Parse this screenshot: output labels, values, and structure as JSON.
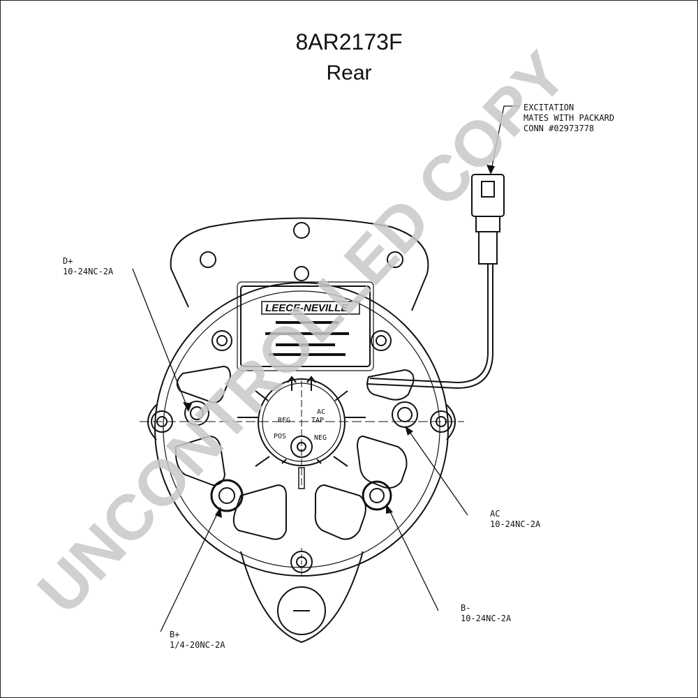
{
  "title": "8AR2173F",
  "subtitle": "Rear",
  "watermark": "UNCONTROLLED COPY",
  "brand": "LEECE-NEVILLE",
  "callouts": {
    "excitation": [
      "EXCITATION",
      "MATES WITH PACKARD",
      "CONN #02973778"
    ],
    "d_plus": {
      "name": "D+",
      "thread": "10-24NC-2A"
    },
    "ac": {
      "name": "AC",
      "thread": "10-24NC-2A"
    },
    "b_minus": {
      "name": "B-",
      "thread": "10-24NC-2A"
    },
    "b_plus": {
      "name": "B+",
      "thread": "1/4-20NC-2A"
    }
  },
  "terminal_marks": {
    "reg": "REG",
    "ac_tap": [
      "AC",
      "TAP"
    ],
    "pos": "POS",
    "neg": "NEG"
  },
  "colors": {
    "line": "#111111",
    "watermark": "#c8c8c8"
  }
}
